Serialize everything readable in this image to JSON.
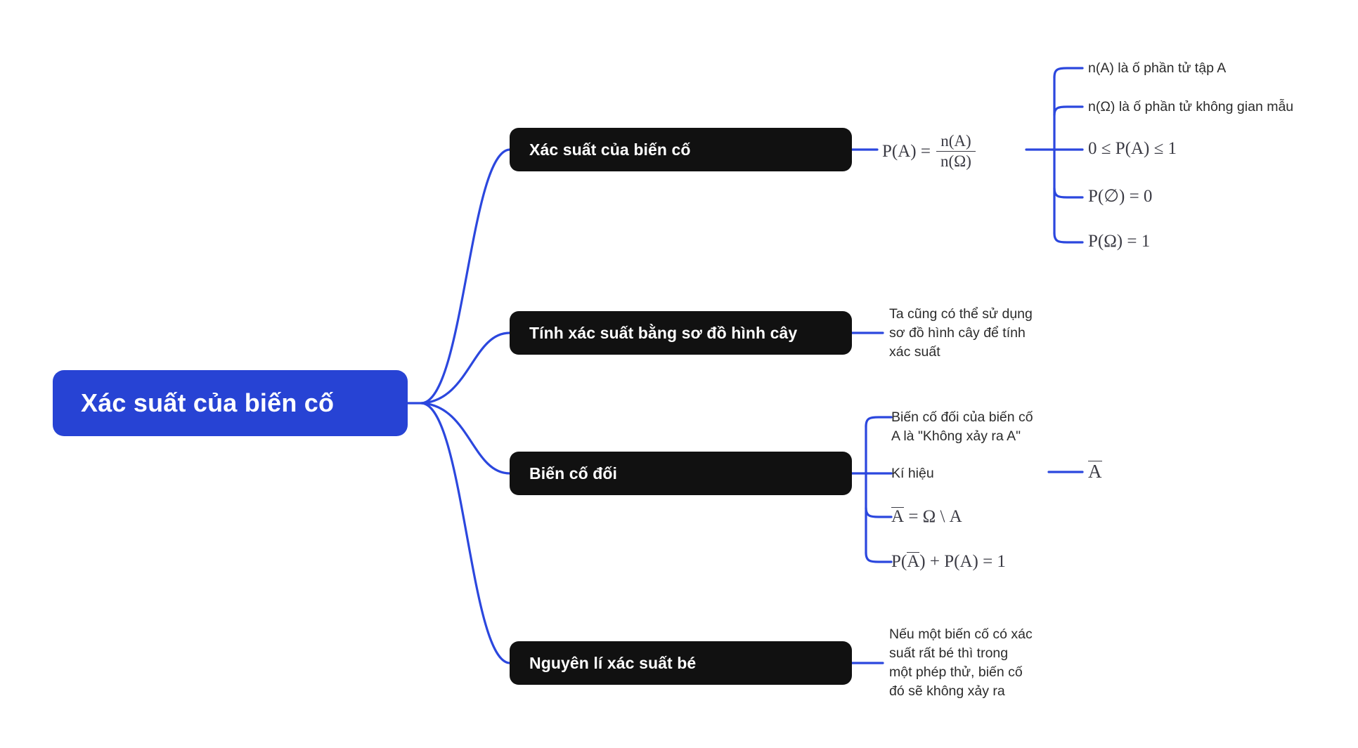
{
  "diagram": {
    "title": "Xác suất của biến cố",
    "type": "mindmap",
    "colors": {
      "root_fill": "#2743D4",
      "root_text": "#FFFFFF",
      "branch_fill": "#111111",
      "branch_text": "#FFFFFF",
      "connector": "#2B47DE",
      "leaf_text": "#2B2B2B",
      "background": "#FFFFFF"
    }
  },
  "root": {
    "label": "Xác suất của biến cố"
  },
  "branches": [
    {
      "label": "Xác suất của biến cố",
      "formula": {
        "lhs": "P(A) =",
        "numerator": "n(A)",
        "denominator": "n(Ω)"
      },
      "leaves": [
        "n(A) là ố phần tử tập A",
        "n(Ω) là ố phần tử không gian mẫu",
        "0 ≤ P(A) ≤ 1",
        "P(∅) = 0",
        "P(Ω) = 1"
      ]
    },
    {
      "label": "Tính xác suất bằng sơ đồ hình cây",
      "leaves": [
        "Ta cũng có thể sử dụng\nsơ đồ hình cây để tính\nxác suất"
      ]
    },
    {
      "label": "Biến cố đối",
      "leaves": [
        "Biến cố đối của biến cố\nA là \"Không xảy ra A\"",
        "Kí hiệu",
        "A = Ω \\ A",
        "P(A) + P(A) = 1"
      ],
      "sub_leaf": "A"
    },
    {
      "label": "Nguyên lí xác suất bé",
      "leaves": [
        "Nếu một biến cố có xác\nsuất rất bé thì trong\nmột phép thử, biến cố\nđó sẽ không xảy ra"
      ]
    }
  ]
}
